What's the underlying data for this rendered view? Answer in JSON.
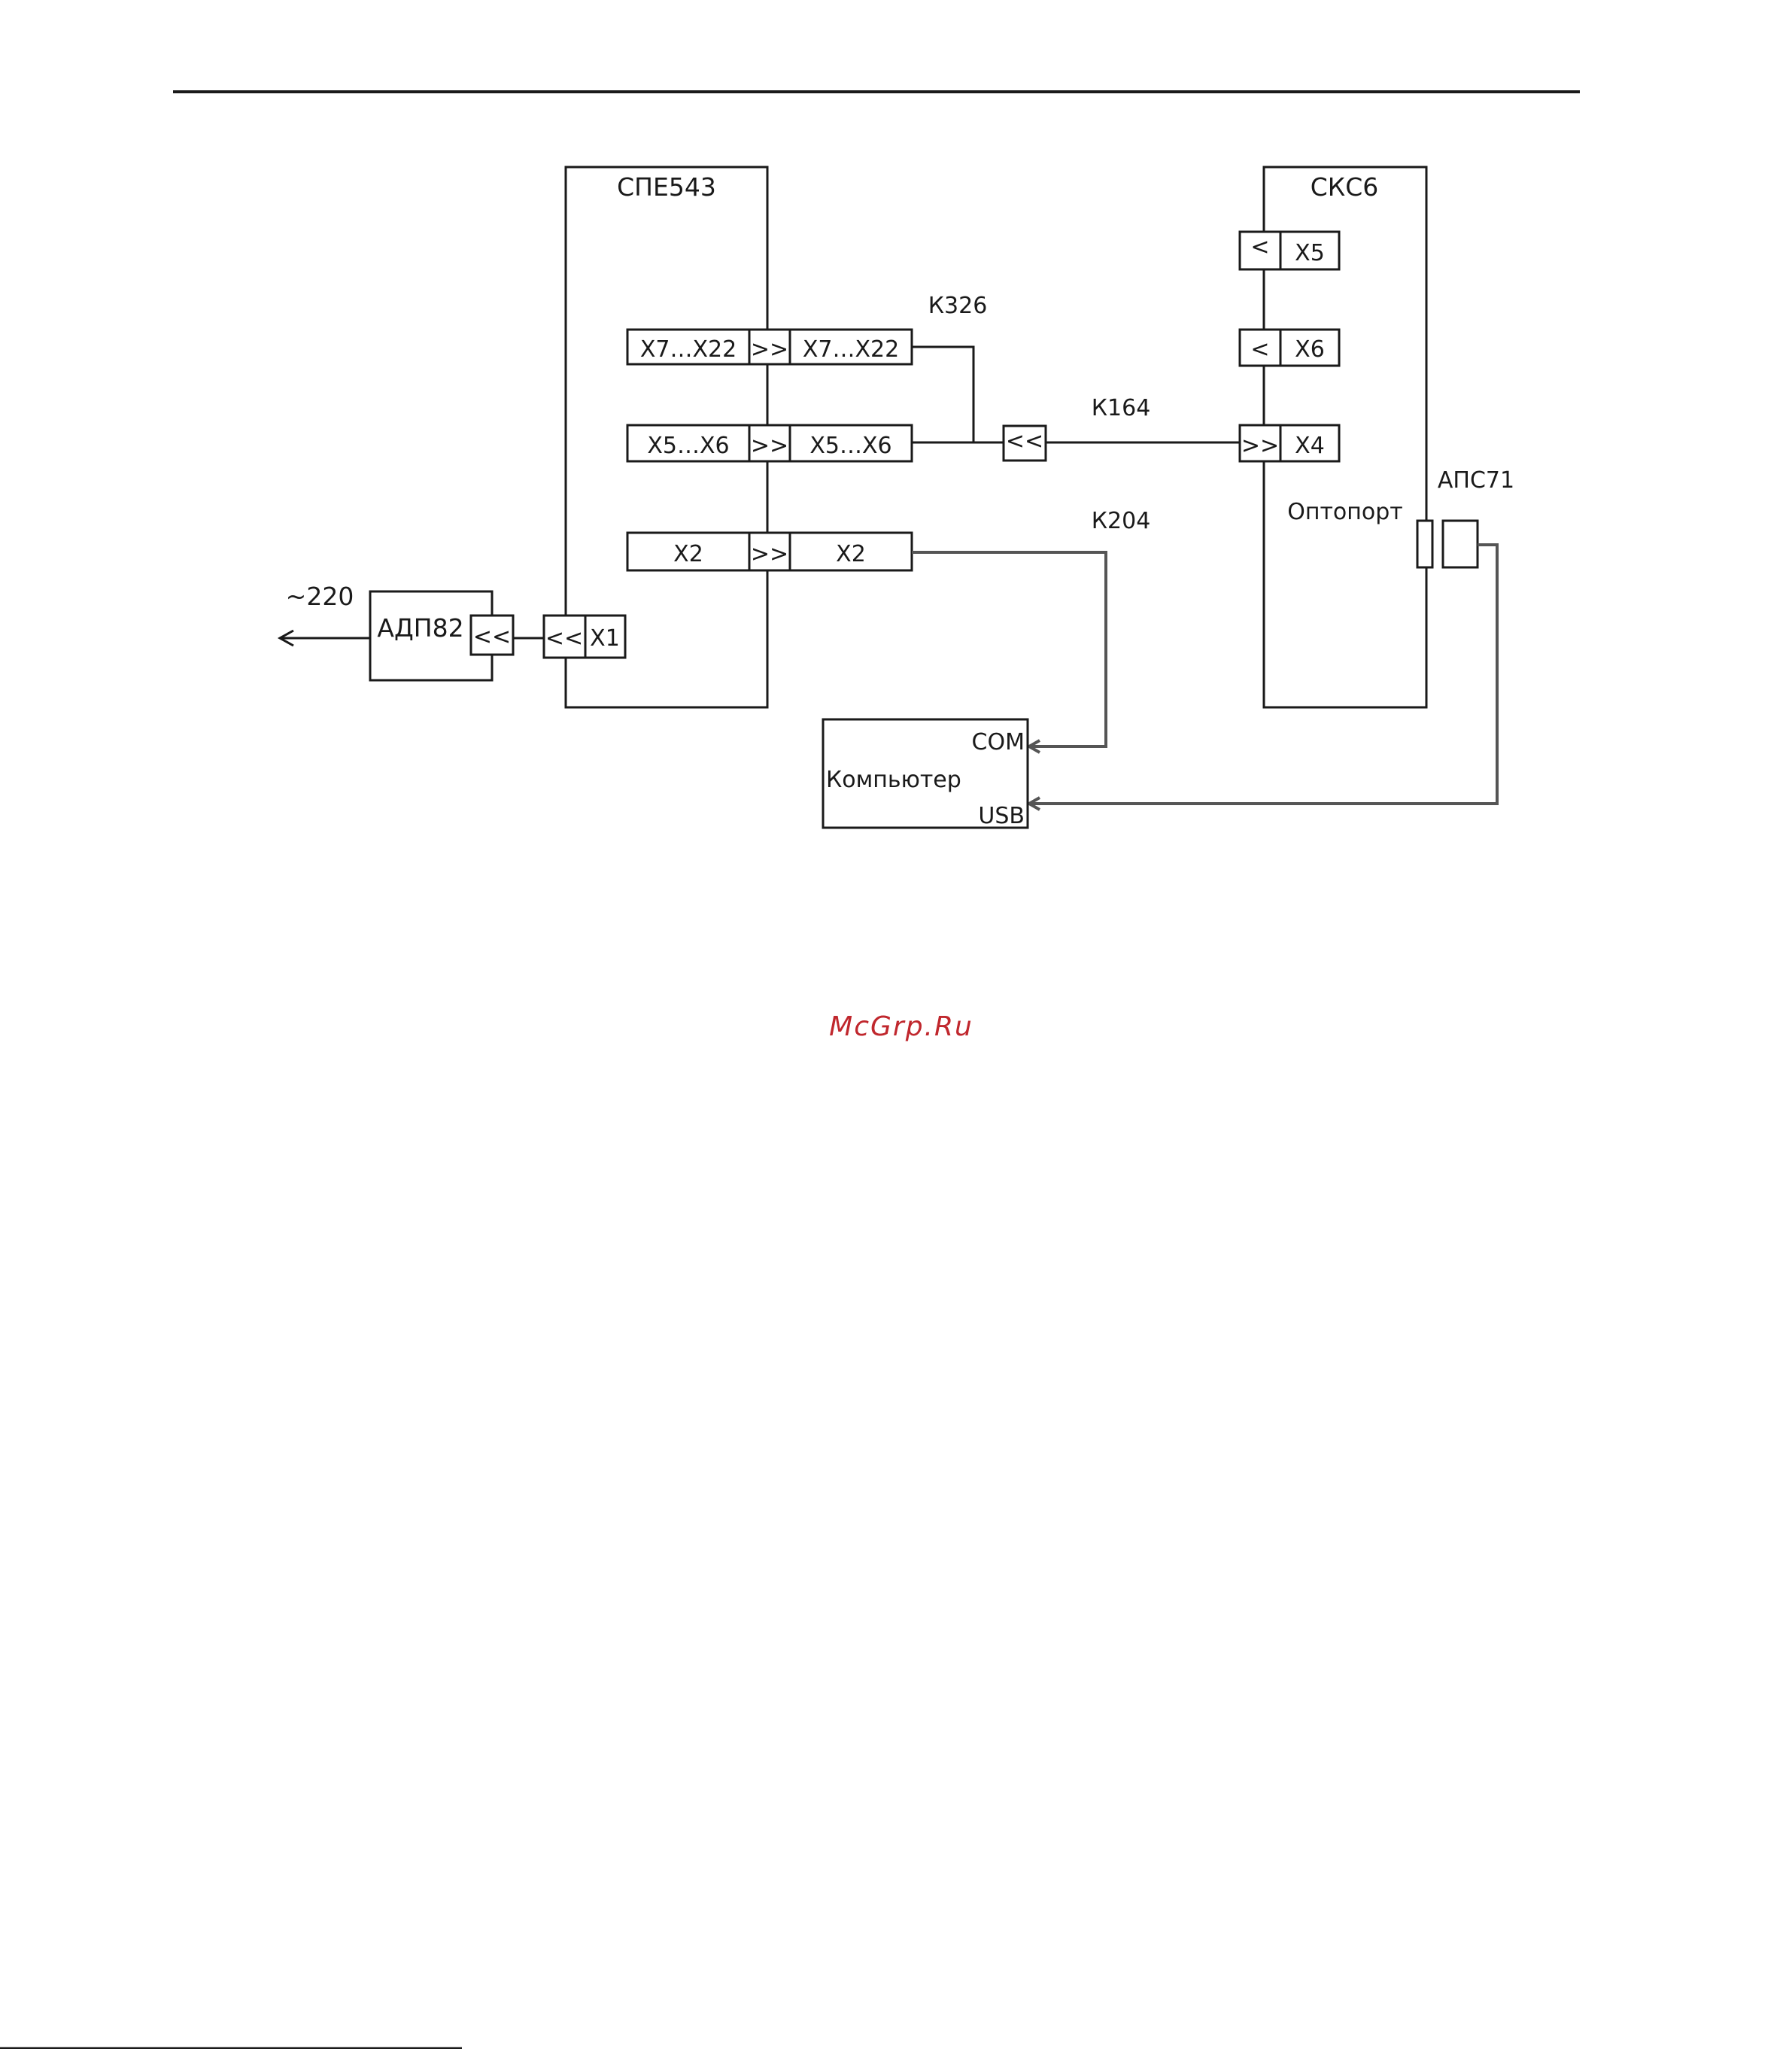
{
  "watermark": "McGrp.Ru",
  "units": {
    "spe": {
      "title": "СПЕ543"
    },
    "sks": {
      "title": "СКС6",
      "optoport_label": "Оптопорт"
    },
    "adp": {
      "title": "АДП82",
      "conn": "<<"
    },
    "computer": {
      "title": "Компьютер",
      "com": "COM",
      "usb": "USB"
    },
    "aps": {
      "title": "АПС71"
    }
  },
  "mains": {
    "label": "~220"
  },
  "spe_connectors": {
    "x1": {
      "socket": "<<",
      "name": "X1"
    },
    "row1": {
      "left": "X7…X22",
      "mid": ">>",
      "right": "X7…X22"
    },
    "row2": {
      "left": "X5…X6",
      "mid": ">>",
      "right": "X5…X6"
    },
    "row3": {
      "left": "X2",
      "mid": ">>",
      "right": "X2"
    }
  },
  "sks_connectors": {
    "x5": {
      "mark": "<",
      "name": "X5"
    },
    "x6": {
      "mark": "<",
      "name": "X6"
    },
    "x4": {
      "mark": ">>",
      "name": "X4"
    }
  },
  "cables": {
    "k326": "К326",
    "k164": {
      "label": "К164",
      "plug": "<<"
    },
    "k204": "К204"
  }
}
